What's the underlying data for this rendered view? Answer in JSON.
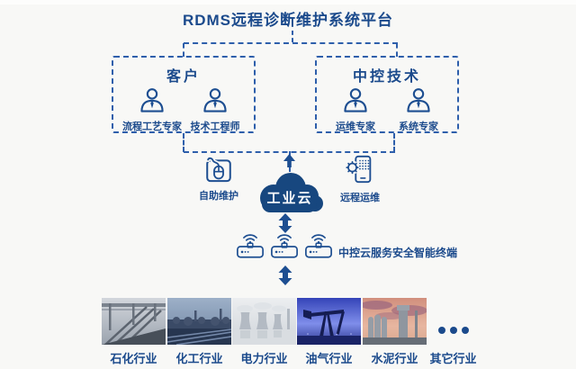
{
  "title": "RDMS远程诊断维护系统平台",
  "groups": {
    "customer": {
      "title": "客户",
      "members": [
        {
          "label": "流程工艺专家",
          "icon": "person-icon"
        },
        {
          "label": "技术工程师",
          "icon": "person-icon"
        }
      ]
    },
    "supcon": {
      "title": "中控技术",
      "members": [
        {
          "label": "运维专家",
          "icon": "person-icon"
        },
        {
          "label": "系统专家",
          "icon": "person-icon"
        }
      ]
    }
  },
  "middle": {
    "self_service": {
      "label": "自助维护",
      "icon": "mouse-in-square-icon"
    },
    "cloud": {
      "label": "工业云",
      "icon": "cloud-icon"
    },
    "remote_ops": {
      "label": "远程运维",
      "icon": "phone-gear-icon"
    }
  },
  "terminals": {
    "label": "中控云服务安全智能终端",
    "device_count": 3,
    "icon": "wireless-terminal-icon"
  },
  "industries": [
    {
      "label": "石化行业"
    },
    {
      "label": "化工行业"
    },
    {
      "label": "电力行业"
    },
    {
      "label": "油气行业"
    },
    {
      "label": "水泥行业"
    },
    {
      "label": "其它行业",
      "placeholder": "•••"
    }
  ],
  "colors": {
    "accent": "#1d4e91",
    "dash": "#2e5fab",
    "cloud_fill": "#17477f",
    "text": "#1b4a8c",
    "bg": "#f8f8f6",
    "cloud_text": "#ffffff"
  }
}
